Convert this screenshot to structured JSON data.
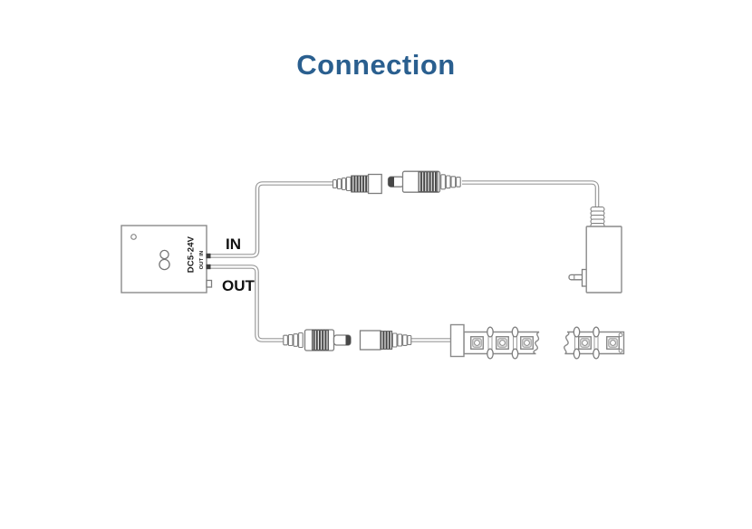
{
  "diagram": {
    "title": "Connection",
    "controller": {
      "voltage_label": "DC5-24V",
      "ports_label": "OUT IN"
    },
    "labels": {
      "in": "IN",
      "out": "OUT"
    },
    "components": [
      "led-controller",
      "dc-female-connector-top",
      "dc-male-connector-top",
      "power-adapter",
      "dc-male-connector-bottom",
      "dc-female-connector-bottom",
      "led-strip"
    ]
  },
  "colors": {
    "title": "#2a5f8f",
    "outline": "#8a8a8a",
    "stripe_dark": "#474747",
    "label_text": "#111111",
    "led_fill": "#e0e0e0",
    "background": "#ffffff"
  }
}
